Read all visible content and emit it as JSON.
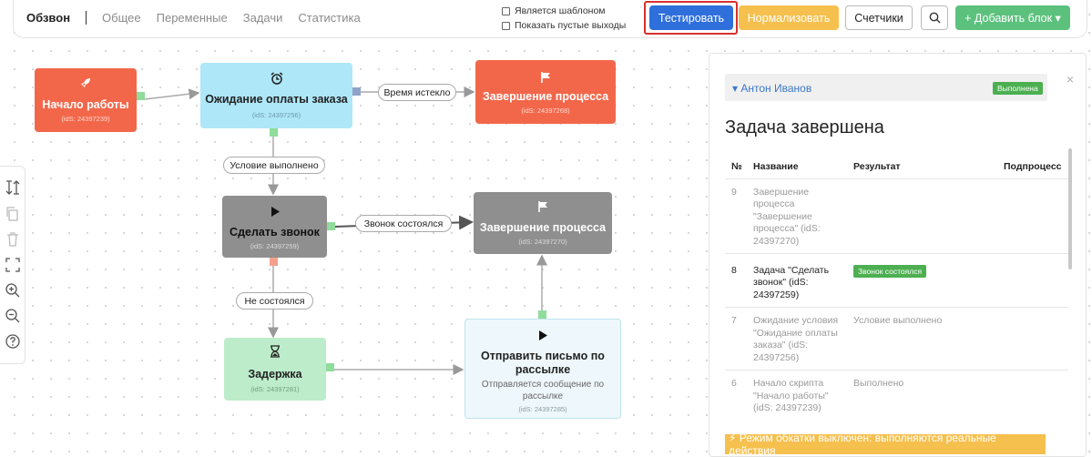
{
  "tabs": [
    {
      "label": "Обзвон",
      "active": true
    },
    {
      "label": "Общее"
    },
    {
      "label": "Переменные"
    },
    {
      "label": "Задачи"
    },
    {
      "label": "Статистика"
    }
  ],
  "options": {
    "is_template": "Является шаблоном",
    "show_empty_outputs": "Показать пустые выходы"
  },
  "toolbar": {
    "test_label": "Тестировать",
    "normalize_label": "Нормализовать",
    "counters_label": "Счетчики",
    "add_block_label": "+ Добавить блок ▾"
  },
  "nodes": {
    "start": {
      "title": "Начало работы",
      "id": "(idS: 24397239)",
      "icon": "rocket-icon"
    },
    "wait_payment": {
      "title": "Ожидание оплаты заказа",
      "id": "(idS: 24397256)",
      "icon": "alarm-clock-icon"
    },
    "end_top": {
      "title": "Завершение процесса",
      "id": "(idS: 24397268)",
      "icon": "flag-icon"
    },
    "make_call": {
      "title": "Сделать звонок",
      "id": "(idS: 24397259)",
      "icon": "play-icon"
    },
    "end_mid": {
      "title": "Завершение процесса",
      "id": "(idS: 24397270)",
      "icon": "flag-icon"
    },
    "delay": {
      "title": "Задержка",
      "id": "(idS: 24397281)",
      "icon": "hourglass-icon"
    },
    "send_email": {
      "title_line1": "Отправить письмо по",
      "title_line2": "рассылке",
      "subtitle_line1": "Отправляется сообщение по",
      "subtitle_line2": "рассылке",
      "id": "(idS: 24397285)",
      "icon": "play-icon"
    }
  },
  "edge_labels": {
    "time_expired": "Время истекло",
    "condition_met": "Условие выполнено",
    "call_done": "Звонок состоялся",
    "not_done": "Не состоялся"
  },
  "panel": {
    "user_name": "Антон Иванов",
    "status_badge": "Выполнена",
    "title": "Задача завершена",
    "columns": [
      "№",
      "Название",
      "Результат",
      "Подпроцесс"
    ],
    "rows": [
      {
        "num": "9",
        "name_lines": [
          "Завершение",
          "процесса",
          "\"Завершение",
          "процесса\" (idS:",
          "24397270)"
        ],
        "result": "",
        "active": false
      },
      {
        "num": "8",
        "name_lines": [
          "Задача \"Сделать",
          "звонок\" (idS:",
          "24397259)"
        ],
        "result": "Звонок состоялся",
        "result_badge": true,
        "active": true
      },
      {
        "num": "7",
        "name_lines": [
          "Ожидание условия",
          "\"Ожидание оплаты",
          "заказа\" (idS:",
          "24397256)"
        ],
        "result": "Условие выполнено",
        "active": false
      },
      {
        "num": "6",
        "name_lines": [
          "Начало скрипта",
          "\"Начало работы\"",
          "(idS: 24397239)"
        ],
        "result": "Выполнено",
        "active": false
      }
    ],
    "warning": "⚡ Режим обкатки выключен: выполняются реальные действия"
  },
  "colors": {
    "orange_red": "#f2674a",
    "cyan": "#aee7f8",
    "gray_node": "#8f8f8f",
    "green_node": "#bdeccb",
    "blue_button": "#2f6fdc",
    "yellow": "#f5c04e",
    "green": "#5cc17d"
  }
}
